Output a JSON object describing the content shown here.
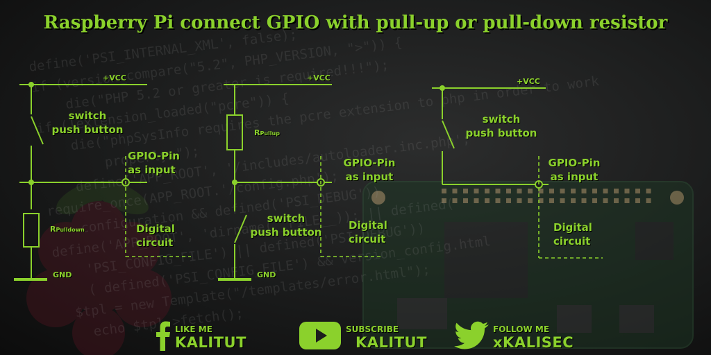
{
  "title": "Raspberry Pi connect GPIO with pull-up or pull-down resistor",
  "code_lines": [
    "define('PSI_INTERNAL_XML', false);",
    "if (version_compare(\"5.2\", PHP_VERSION, \">\")) {",
    "    die(\"PHP 5.2 or greater is required!!!\");",
    "if (!extension_loaded(\"pcre\")) {",
    "    die(\"phpSysInfo requires the pcre extension to php in order to work",
    "        properly.\");",
    "",
    "    define('APP_ROOT', '/includes/autoloader.inc.php';",
    "require_once(APP_ROOT.'/config.php');",
    "    configuration && defined('PSI_DEBUG'))",
    "define('APP_ROOT', 'dirname(__FILE__)); || defined(",
    "    'PSI_CONFIG_FILE') || defined('PSI_DEBUG'))",
    "    ( defined('PSI_CONFIG_FILE') && version_config.html",
    "  $tpl = new Template(\"/templates/error.html\");",
    "    echo $tpl->fetch();"
  ],
  "circuit1": {
    "vcc": "+VCC",
    "switch_label": [
      "switch",
      "push button"
    ],
    "gpio_label": [
      "GPIO-Pin",
      "as input"
    ],
    "resistor_main": "R",
    "resistor_sub": "Pulldown",
    "digital_label": [
      "Digital",
      "circuit"
    ],
    "gnd": "GND"
  },
  "circuit2": {
    "vcc": "+VCC",
    "resistor_main": "R",
    "resistor_sub": "Pullup",
    "gpio_label": [
      "GPIO-Pin",
      "as input"
    ],
    "switch_label": [
      "switch",
      "push button"
    ],
    "digital_label": [
      "Digital",
      "circuit"
    ],
    "gnd": "GND"
  },
  "circuit3": {
    "vcc": "+VCC",
    "switch_label": [
      "switch",
      "push button"
    ],
    "gpio_label": [
      "GPIO-Pin",
      "as input"
    ],
    "digital_label": [
      "Digital",
      "circuit"
    ]
  },
  "social": {
    "facebook_small": "LIKE ME",
    "facebook_large": "KALITUT",
    "youtube_small": "SUBSCRIBE",
    "youtube_large": "KALITUT",
    "twitter_small": "FOLLOW ME",
    "twitter_large": "xKALISEC"
  },
  "colors": {
    "accent": "#8bd12c",
    "wire": "#8bd12c",
    "background": "#1c1d1d"
  }
}
